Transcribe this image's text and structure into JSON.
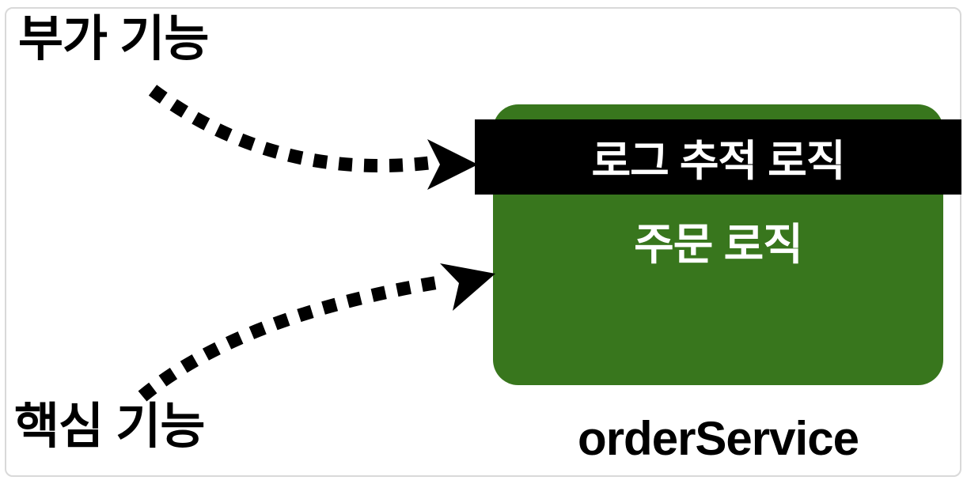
{
  "diagram": {
    "labels": {
      "additional": "부가 기능",
      "core": "핵심 기능"
    },
    "service": {
      "banner": "로그 추적 로직",
      "body": "주문 로직",
      "caption": "orderService"
    },
    "arrows": [
      {
        "from": "부가 기능",
        "to": "로그 추적 로직",
        "style": "dotted-curve-arrow"
      },
      {
        "from": "핵심 기능",
        "to": "주문 로직",
        "style": "dotted-curve-arrow"
      }
    ],
    "colors": {
      "box_green": "#38761D",
      "banner_black": "#000000",
      "text_white": "#FFFFFF",
      "text_black": "#000000",
      "frame_border": "#D9D9D9"
    }
  }
}
